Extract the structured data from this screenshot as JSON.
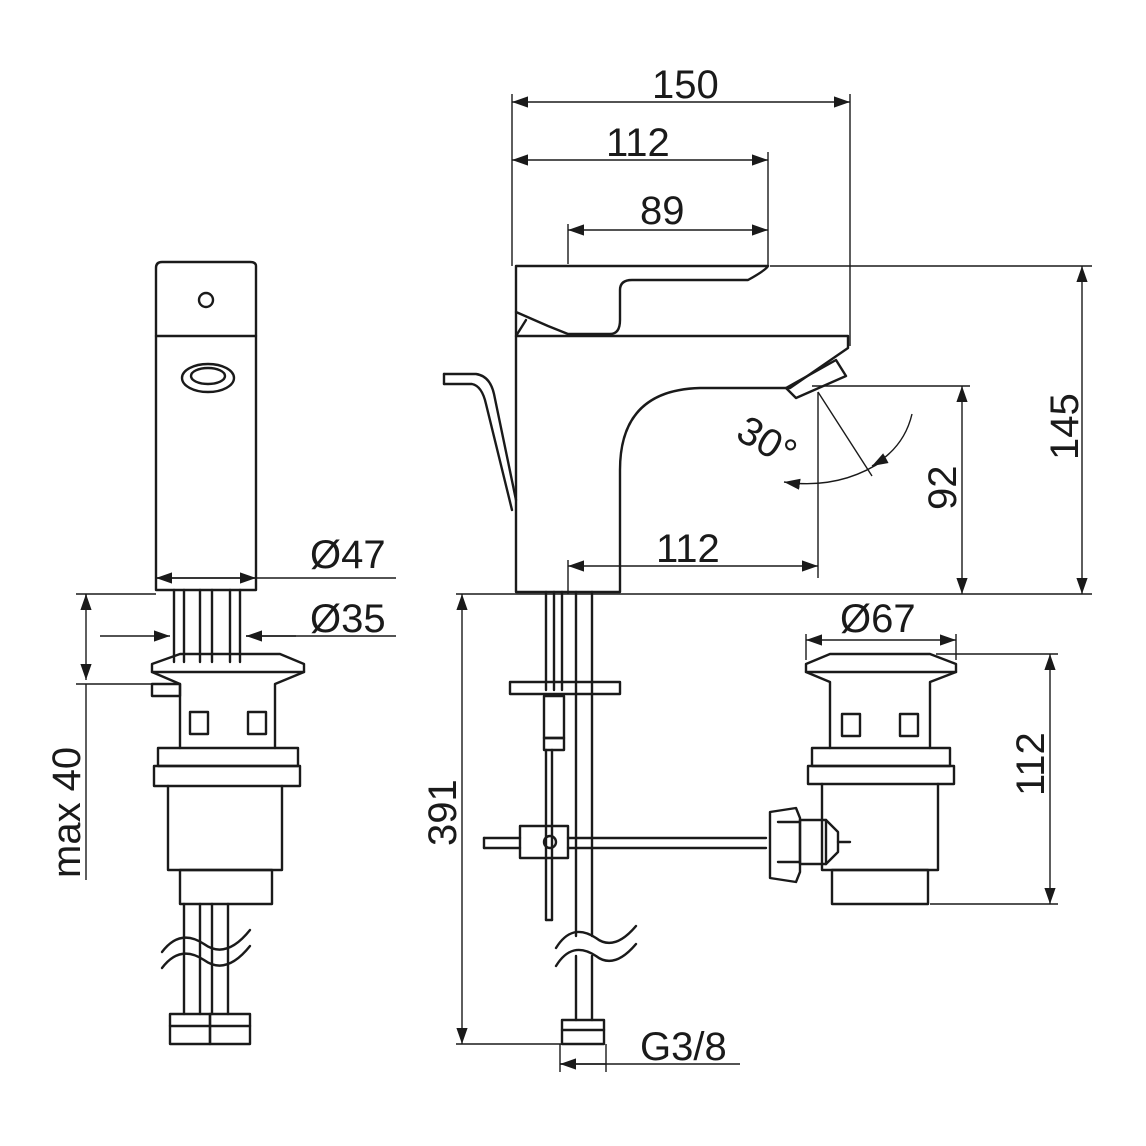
{
  "drawing": {
    "dimensions": {
      "width_150": "150",
      "length_112_top": "112",
      "length_89": "89",
      "height_145": "145",
      "height_92": "92",
      "angle_30": "30°",
      "reach_112": "112",
      "dia_47": "Ø47",
      "dia_35": "Ø35",
      "max_40": "max 40",
      "length_391": "391",
      "dia_67": "Ø67",
      "waste_112": "112",
      "thread_g38": "G3/8"
    }
  }
}
